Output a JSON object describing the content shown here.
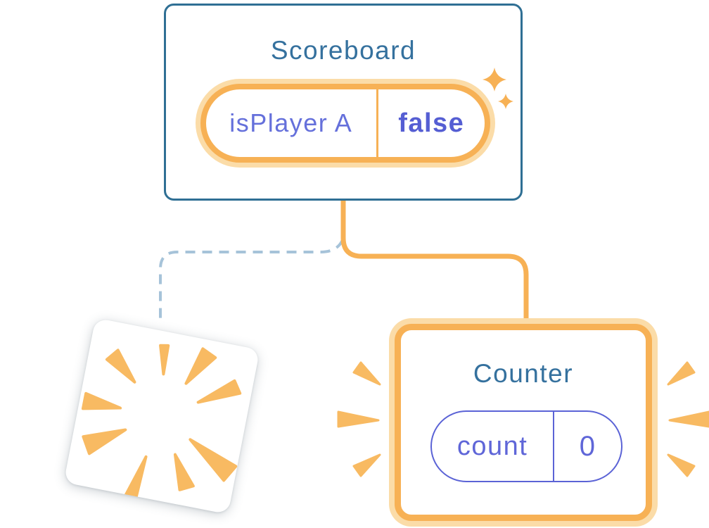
{
  "scoreboard": {
    "title": "Scoreboard",
    "state": {
      "label": "isPlayer A",
      "value": "false"
    }
  },
  "counter": {
    "title": "Counter",
    "state": {
      "label": "count",
      "value": "0"
    }
  },
  "colors": {
    "card_border_blue": "#2F6F94",
    "title_blue": "#35719E",
    "orange": "#F7B155",
    "orange_glow": "#FBDCA8",
    "ray_orange": "#F8BA62",
    "state_purple": "#6570DB",
    "state_purple_bold": "#555ED3",
    "pill_purple_border": "#5B63D6",
    "dashed_line_blue": "#A6C3D9",
    "background": "#FFFFFF"
  }
}
